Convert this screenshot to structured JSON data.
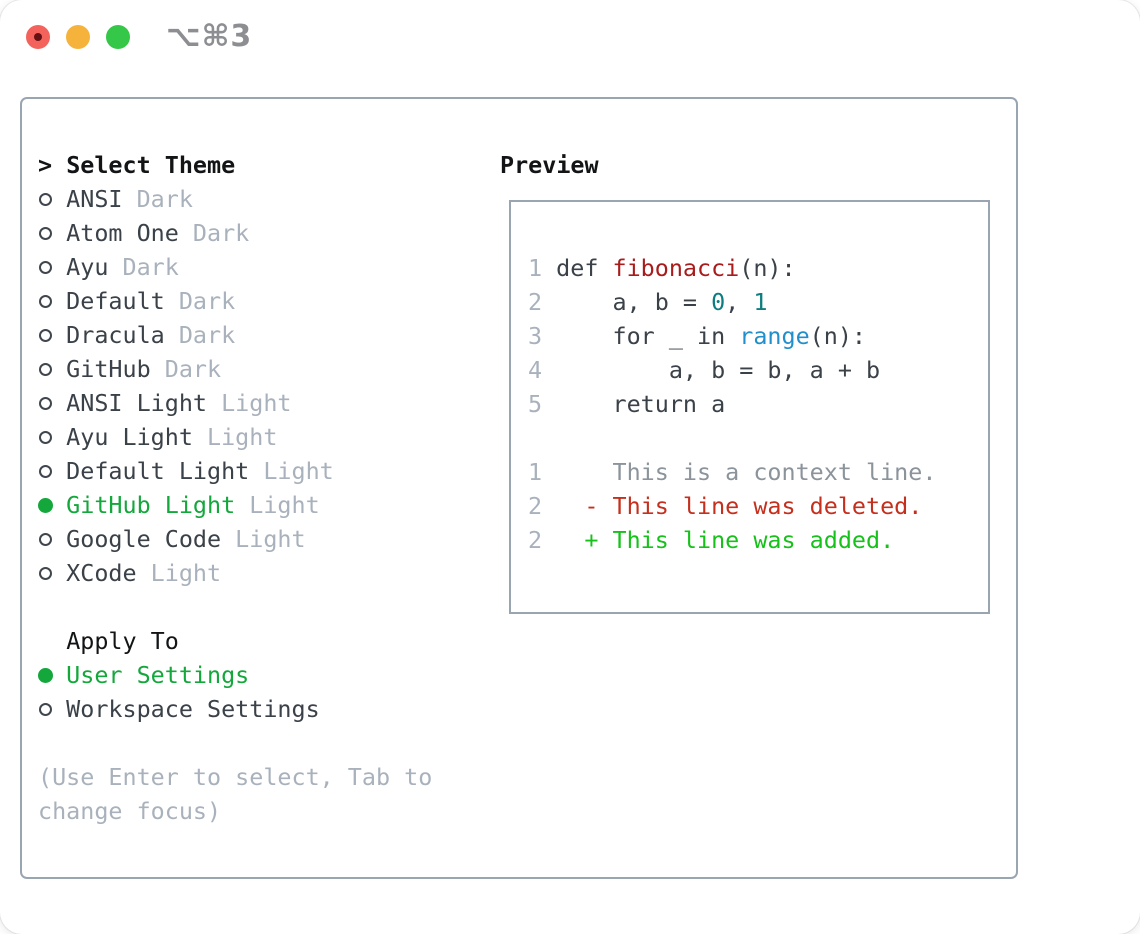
{
  "window": {
    "title_shortcut": "⌥⌘3",
    "traffic_lights": [
      "close",
      "minimize",
      "zoom"
    ]
  },
  "colors": {
    "accent_green": "#14a73c",
    "diff_added": "#16c21a",
    "diff_deleted": "#c52f1d",
    "context_gray": "#8b939b",
    "muted_gray": "#a9b2bc",
    "code_plain": "#3a4148",
    "code_function": "#a81c1c",
    "code_number": "#0d7e80",
    "code_builtin": "#218fcb",
    "heading_black": "#121416",
    "panel_border": "#9aa5b2",
    "titlebar_gray": "#8c8e92",
    "traffic_red": "#f3635c",
    "traffic_red_dot": "#641114",
    "traffic_yellow": "#f5b33c",
    "traffic_green": "#34c748",
    "ring_gray": "#3f464d"
  },
  "theme_selector": {
    "prompt": ">",
    "title": "Select Theme",
    "items": [
      {
        "name": "ANSI",
        "variant": "Dark",
        "selected": false
      },
      {
        "name": "Atom One",
        "variant": "Dark",
        "selected": false
      },
      {
        "name": "Ayu",
        "variant": "Dark",
        "selected": false
      },
      {
        "name": "Default",
        "variant": "Dark",
        "selected": false
      },
      {
        "name": "Dracula",
        "variant": "Dark",
        "selected": false
      },
      {
        "name": "GitHub",
        "variant": "Dark",
        "selected": false
      },
      {
        "name": "ANSI Light",
        "variant": "Light",
        "selected": false
      },
      {
        "name": "Ayu Light",
        "variant": "Light",
        "selected": false
      },
      {
        "name": "Default Light",
        "variant": "Light",
        "selected": false
      },
      {
        "name": "GitHub Light",
        "variant": "Light",
        "selected": true
      },
      {
        "name": "Google Code",
        "variant": "Light",
        "selected": false
      },
      {
        "name": "XCode",
        "variant": "Light",
        "selected": false
      }
    ],
    "apply_to": {
      "title": "Apply To",
      "options": [
        {
          "name": "User Settings",
          "selected": true
        },
        {
          "name": "Workspace Settings",
          "selected": false
        }
      ]
    },
    "hint_lines": [
      "(Use Enter to select, Tab to",
      "change focus)"
    ]
  },
  "preview": {
    "title": "Preview",
    "code_lines": [
      {
        "num": "1",
        "tokens": [
          {
            "text": "def ",
            "type": "plain"
          },
          {
            "text": "fibonacci",
            "type": "function"
          },
          {
            "text": "(n):",
            "type": "plain"
          }
        ]
      },
      {
        "num": "2",
        "tokens": [
          {
            "text": "    a, b = ",
            "type": "plain"
          },
          {
            "text": "0",
            "type": "number"
          },
          {
            "text": ", ",
            "type": "plain"
          },
          {
            "text": "1",
            "type": "number"
          }
        ]
      },
      {
        "num": "3",
        "tokens": [
          {
            "text": "    for _ in ",
            "type": "plain"
          },
          {
            "text": "range",
            "type": "builtin"
          },
          {
            "text": "(n):",
            "type": "plain"
          }
        ]
      },
      {
        "num": "4",
        "tokens": [
          {
            "text": "        a, b = b, a + b",
            "type": "plain"
          }
        ]
      },
      {
        "num": "5",
        "tokens": [
          {
            "text": "    return a",
            "type": "plain"
          }
        ]
      }
    ],
    "diff_lines": [
      {
        "num": "1",
        "tokens": [
          {
            "text": "    This is a context line.",
            "type": "context"
          }
        ]
      },
      {
        "num": "2",
        "tokens": [
          {
            "text": "  - This line was deleted.",
            "type": "deleted"
          }
        ]
      },
      {
        "num": "2",
        "tokens": [
          {
            "text": "  + This line was added.",
            "type": "added"
          }
        ]
      }
    ]
  }
}
